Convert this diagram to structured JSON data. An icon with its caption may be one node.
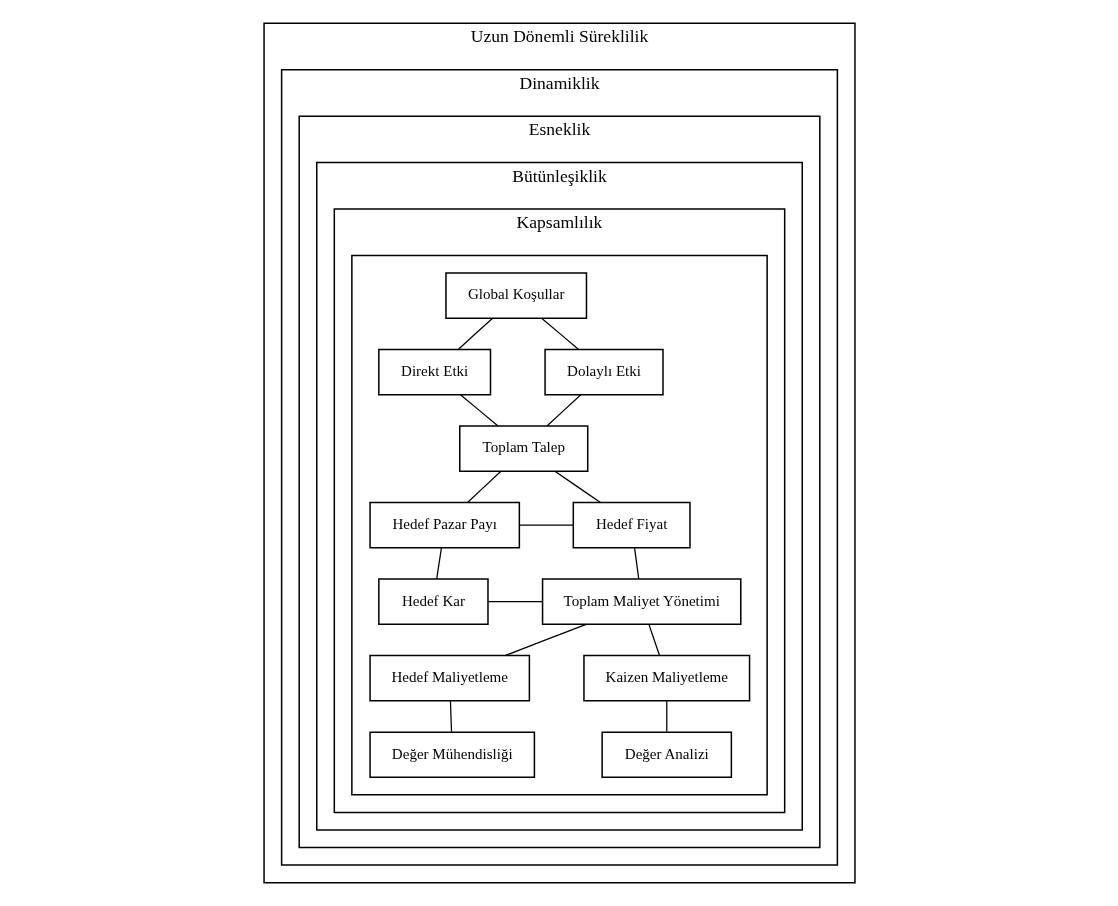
{
  "diagram": {
    "nodes": [
      {
        "text": [
          "Uzun Dönemli Süreklilik"
        ]
      },
      {
        "text": [
          "Dinamiklik"
        ],
        "in": 0
      },
      {
        "text": [
          "Esneklik"
        ],
        "in": 1
      },
      {
        "text": [
          "Bütünleşiklik"
        ],
        "in": 2
      },
      {
        "text": [
          "Kapsamlılık"
        ],
        "in": 3
      },
      {
        "text": [],
        "shape": "box",
        "in": 4
      },
      {
        "text": [
          "Global Koşullar"
        ],
        "in": 5
      },
      {
        "text": [
          "Direkt Etki"
        ],
        "in": 5
      },
      {
        "text": [
          "Dolaylı Etki"
        ],
        "in": 5
      },
      {
        "text": [
          "Toplam Talep"
        ],
        "in": 5
      },
      {
        "text": [
          "Hedef Pazar Payı"
        ],
        "in": 5
      },
      {
        "text": [
          "Hedef Fiyat"
        ],
        "in": 5
      },
      {
        "text": [
          "Hedef Kar"
        ],
        "in": 5
      },
      {
        "text": [
          "Toplam Maliyet Yönetimi"
        ],
        "in": 5
      },
      {
        "text": [
          "Hedef Maliyetleme"
        ],
        "in": 5
      },
      {
        "text": [
          "Kaizen Maliyetleme"
        ],
        "in": 5
      },
      {
        "text": [
          "Değer Mühendisliği"
        ],
        "in": 5
      },
      {
        "text": [
          "Değer Analizi"
        ],
        "in": 5
      }
    ],
    "edges": [
      {
        "from": 6,
        "to": 7,
        "arrow": "none"
      },
      {
        "from": 6,
        "to": 8,
        "arrow": "none"
      },
      {
        "from": 7,
        "to": 9,
        "arrow": "none"
      },
      {
        "from": 8,
        "to": 9,
        "arrow": "none"
      },
      {
        "from": 9,
        "to": 10,
        "arrow": "none"
      },
      {
        "from": 9,
        "to": 11,
        "arrow": "none"
      },
      {
        "from": 10,
        "to": 11,
        "arrow": "none"
      },
      {
        "from": 10,
        "to": 12,
        "arrow": "none"
      },
      {
        "from": 11,
        "to": 13,
        "arrow": "none"
      },
      {
        "from": 12,
        "to": 13,
        "arrow": "none"
      },
      {
        "from": 13,
        "to": 14,
        "arrow": "none"
      },
      {
        "from": 13,
        "to": 15,
        "arrow": "none"
      },
      {
        "from": 14,
        "to": 16,
        "arrow": "none"
      },
      {
        "from": 15,
        "to": 17,
        "arrow": "none"
      }
    ]
  }
}
